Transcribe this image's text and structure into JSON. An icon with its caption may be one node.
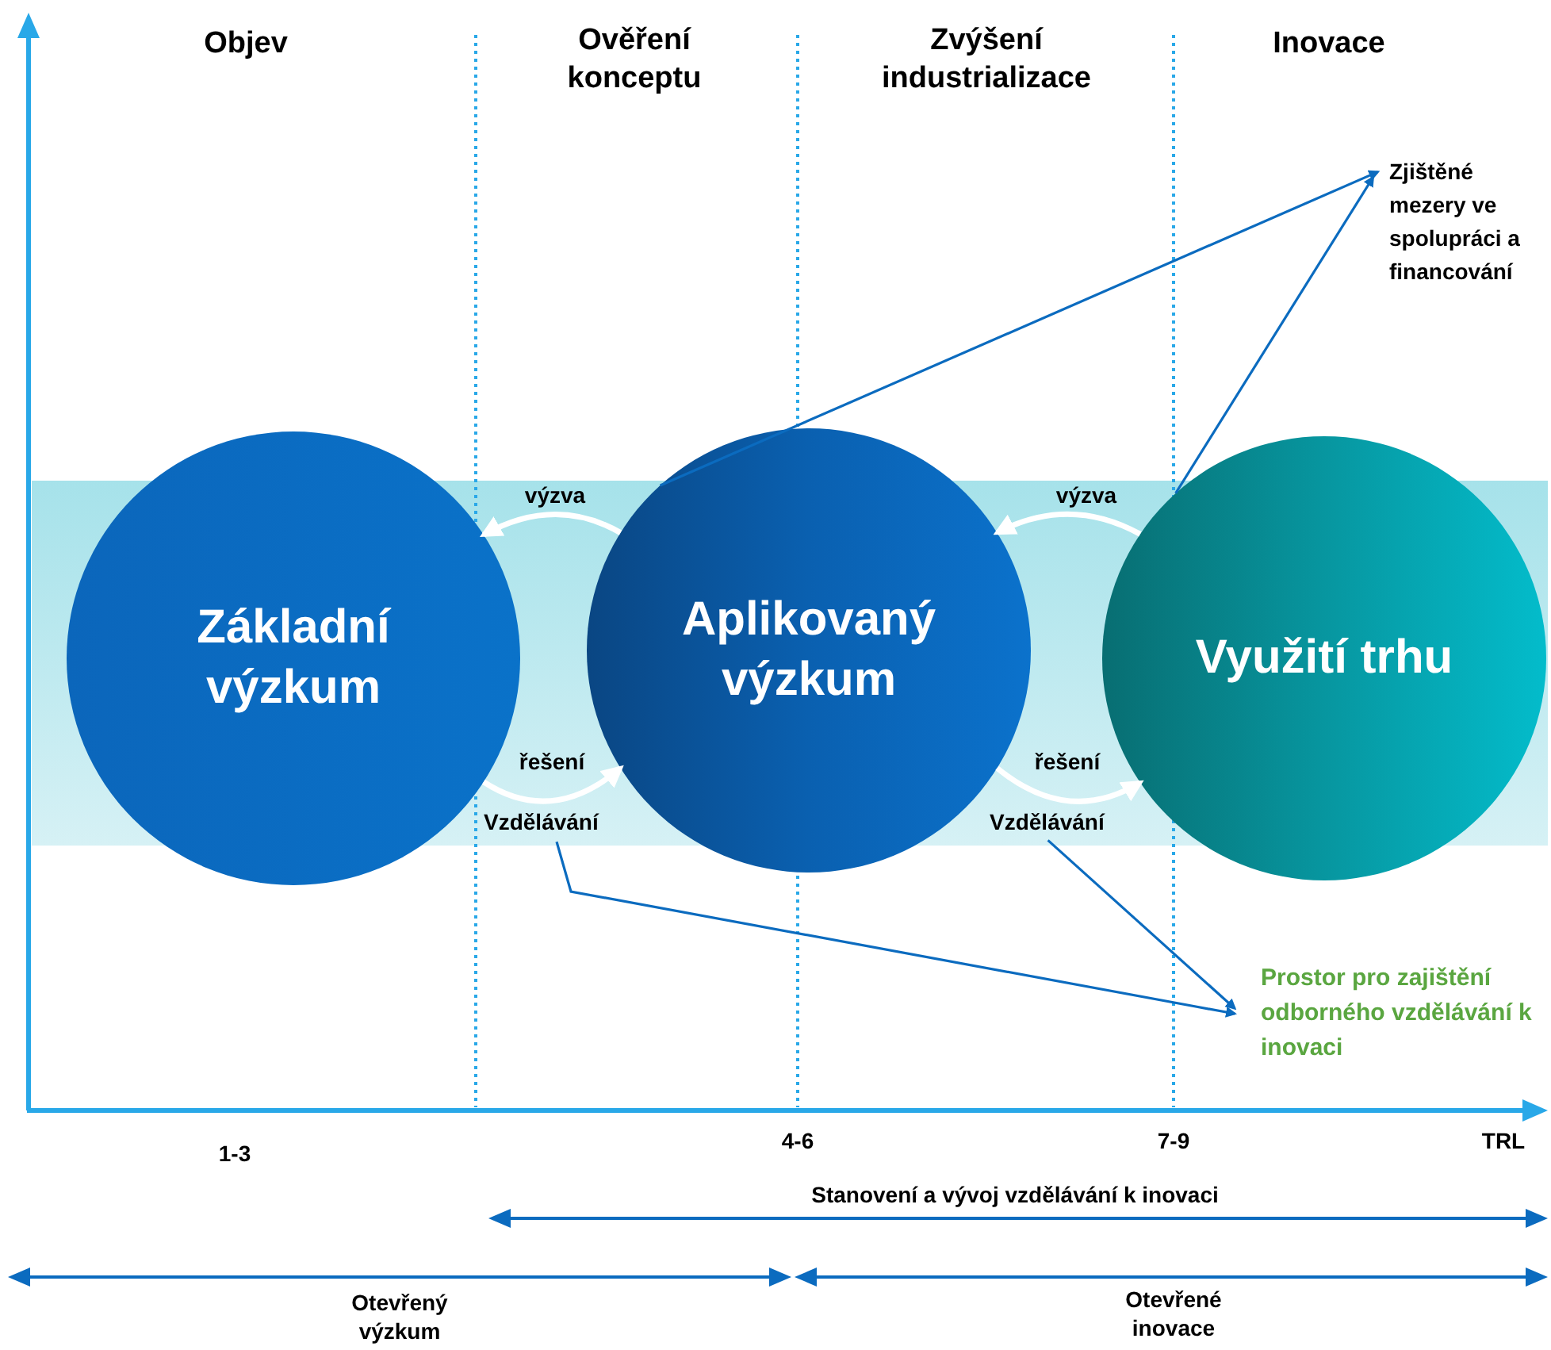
{
  "diagram": {
    "nodes": [
      {
        "text": [
          "Základní výzkum"
        ]
      },
      {
        "text": [
          "Aplikovaný výzkum"
        ]
      },
      {
        "text": [
          "Využití trhu"
        ]
      },
      {
        "text": [
          "Vzdělávání"
        ]
      },
      {
        "text": [
          "Vzdělávání"
        ]
      },
      {
        "text": [
          "Zjištěné mezery ve spolupráci a financování"
        ]
      },
      {
        "text": [
          "Prostor pro zajištění odborného vzdělávání k inovaci"
        ]
      }
    ],
    "edges": [
      {
        "from": 1,
        "to": 0,
        "arrow": "to",
        "label": "výzva",
        "color": "#ffffff",
        "style": "thick"
      },
      {
        "from": 0,
        "to": 1,
        "arrow": "to",
        "label": "řešení",
        "color": "#ffffff",
        "style": "thick"
      },
      {
        "from": 2,
        "to": 1,
        "arrow": "to",
        "label": "výzva",
        "color": "#ffffff",
        "style": "thick"
      },
      {
        "from": 1,
        "to": 2,
        "arrow": "to",
        "label": "řešení",
        "color": "#ffffff",
        "style": "thick"
      },
      {
        "from": 1,
        "to": 5,
        "arrow": "to",
        "color": "#0b6bbf"
      },
      {
        "from": 2,
        "to": 5,
        "arrow": "to",
        "color": "#0b6bbf"
      },
      {
        "from": 3,
        "to": 6,
        "arrow": "to",
        "color": "#0b6bbf"
      },
      {
        "from": 4,
        "to": 6,
        "arrow": "to",
        "color": "#0b6bbf"
      }
    ],
    "labels": [
      "Objev",
      "Ověření konceptu",
      "Zvýšení industrializace",
      "Inovace",
      "1-3",
      "4-6",
      "7-9",
      "TRL",
      "Stanovení a vývoj vzdělávání k inovaci",
      "Otevřený výzkum",
      "Otevřené inovace"
    ]
  }
}
